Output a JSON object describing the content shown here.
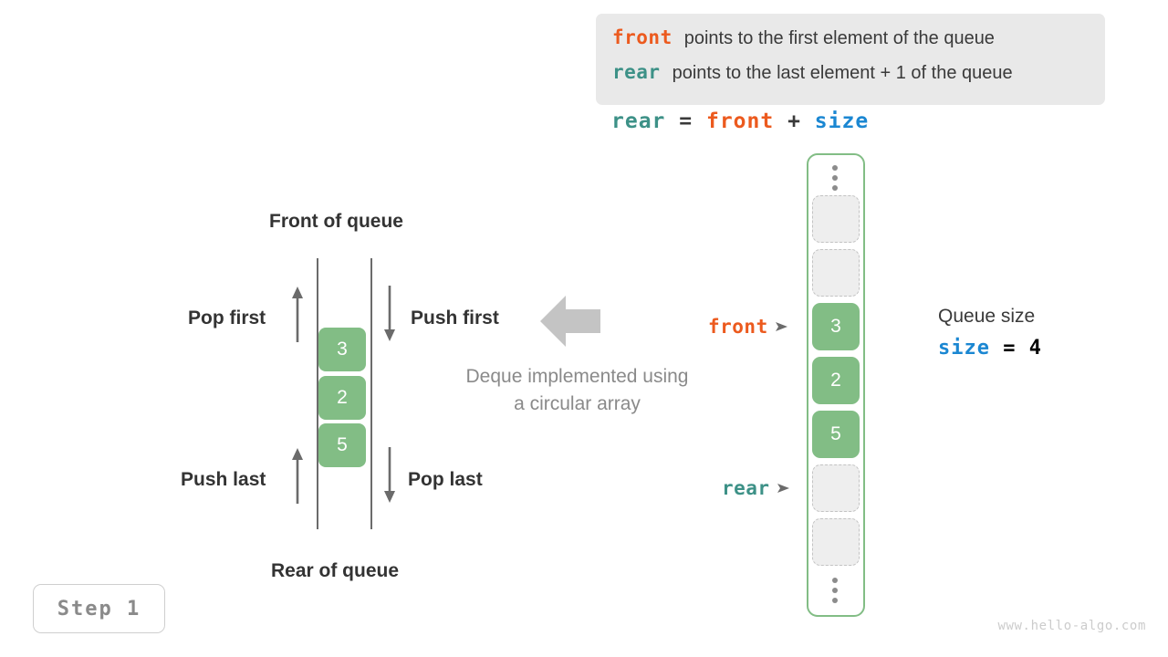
{
  "legend": {
    "lines": [
      {
        "keyword": "front",
        "text": "points to the first element of the queue",
        "color": "#ec5a1e"
      },
      {
        "keyword": "rear",
        "text": "points to the last element + 1 of the queue",
        "color": "#3d9187"
      }
    ],
    "background": "#e9e9e9"
  },
  "equation": {
    "lhs": "rear",
    "eq": "=",
    "rhs1": "front",
    "plus": "+",
    "rhs2": "size"
  },
  "deque_diagram": {
    "top_title": "Front of queue",
    "bottom_title": "Rear of queue",
    "left_top_label": "Pop first",
    "right_top_label": "Push first",
    "left_bottom_label": "Push last",
    "right_bottom_label": "Pop last",
    "cells": [
      "3",
      "2",
      "5"
    ],
    "cell_color": "#82bd85",
    "caption_line1": "Deque implemented using",
    "caption_line2": "a circular array",
    "caption_color": "#8a8a8a",
    "big_arrow": "left-block-arrow"
  },
  "circular_array": {
    "border_color": "#82bd85",
    "top_ellipsis": "vertical-dots",
    "bottom_ellipsis": "vertical-dots",
    "slots": [
      {
        "value": "",
        "state": "empty"
      },
      {
        "value": "",
        "state": "empty"
      },
      {
        "value": "3",
        "state": "filled"
      },
      {
        "value": "2",
        "state": "filled"
      },
      {
        "value": "5",
        "state": "filled"
      },
      {
        "value": "",
        "state": "empty"
      },
      {
        "value": "",
        "state": "empty"
      }
    ],
    "pointers": [
      {
        "name": "front",
        "label": "front",
        "color": "#ec5a1e",
        "slot_index": 2
      },
      {
        "name": "rear",
        "label": "rear",
        "color": "#3d9187",
        "slot_index": 5
      }
    ]
  },
  "queue_size": {
    "title": "Queue size",
    "var": "size",
    "eq": "=",
    "value": "4"
  },
  "step_badge": {
    "label": "Step 1"
  },
  "watermark": {
    "text": "www.hello-algo.com"
  }
}
